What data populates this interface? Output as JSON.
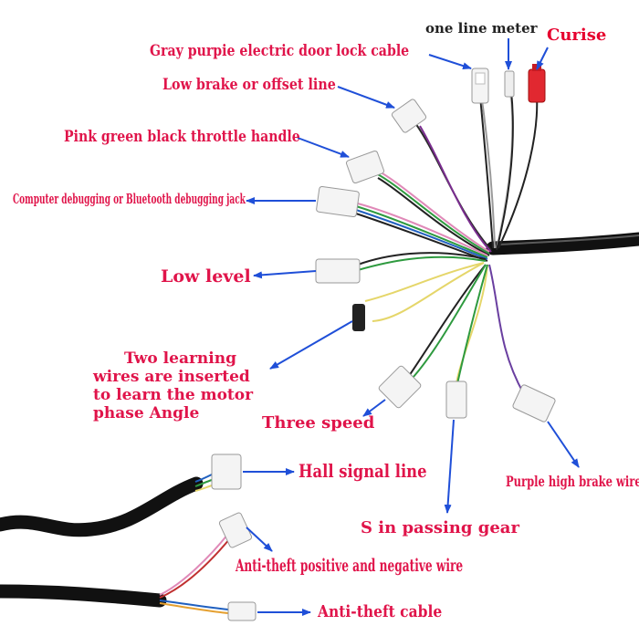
{
  "colors": {
    "label": "#e0144a",
    "label_dark": "#222222",
    "cruise_label": "#e6002e",
    "arrow": "#1f4fd8",
    "cable": "#111111",
    "connector": "#f4f4f4"
  },
  "labels": {
    "one_line_meter": "one line meter",
    "cruise": "Curise",
    "door_lock": "Gray purpie electric door lock cable",
    "low_brake": "Low brake or offset line",
    "throttle": "Pink green black throttle handle",
    "debug_jack": "Computer debugging or Bluetooth debugging jack",
    "low_level": "Low level",
    "learning_lines": [
      "Two learning",
      "wires are inserted",
      "to learn the motor",
      "phase Angle"
    ],
    "three_speed": "Three speed",
    "hall": "Hall signal line",
    "purple_brake": "Purple high brake wire",
    "passing_gear": "S in passing gear",
    "anti_theft_wire": "Anti-theft positive and negative wire",
    "anti_theft_cable": "Anti-theft cable"
  }
}
